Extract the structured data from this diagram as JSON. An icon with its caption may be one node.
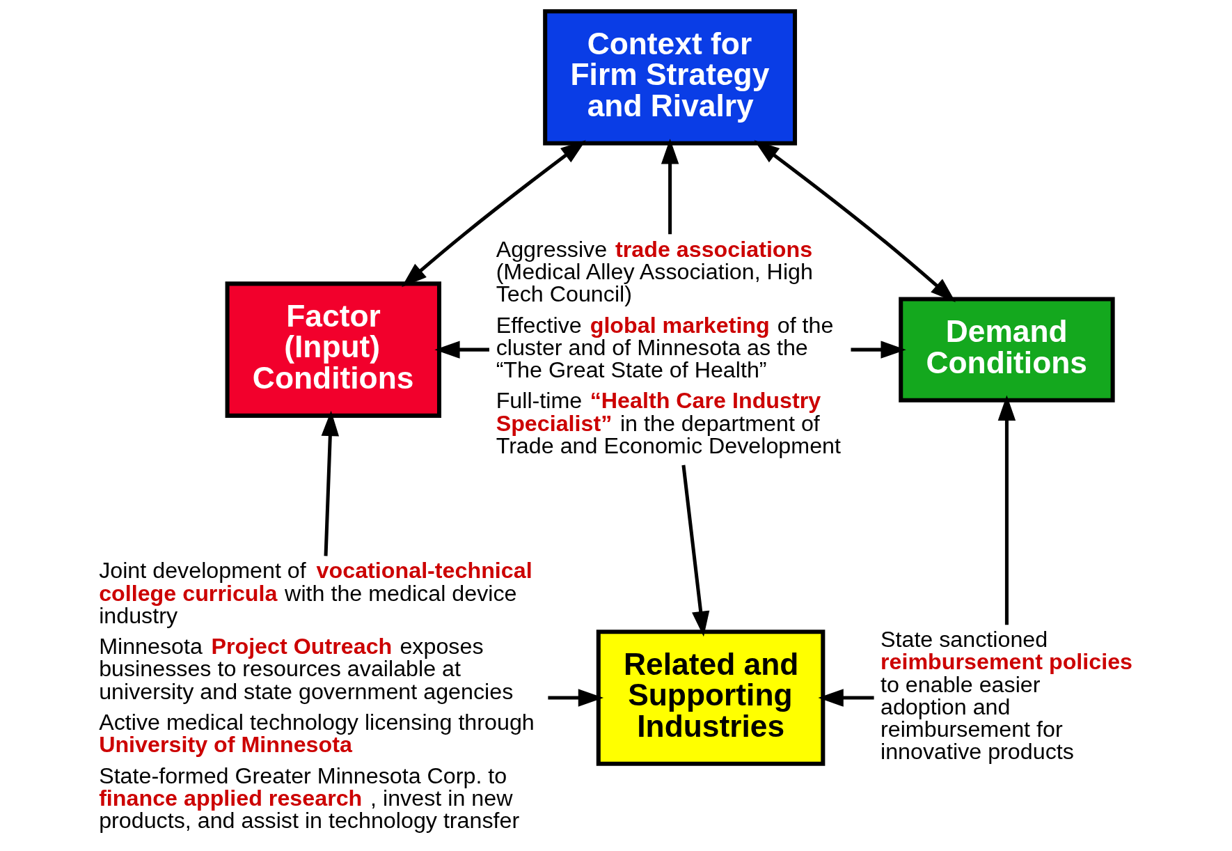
{
  "diagram": {
    "nodes": [
      {
        "text": [
          "Context for Firm Strategy and Rivalry"
        ]
      },
      {
        "text": [
          "Factor (Input) Conditions"
        ]
      },
      {
        "text": [
          "Aggressive **trade associations** (Medical Alley Association, High Tech Council)",
          "Effective **global marketing** of the cluster and of Minnesota as the “The Great State of Health”",
          "Full-time **“Health Care Industry Specialist”** in the department of Trade and Economic Development"
        ]
      },
      {
        "text": [
          "Demand Conditions"
        ]
      },
      {
        "text": [
          "Joint development of **vocational-technical college curricula** with the medical device industry",
          "Minnesota **Project Outreach** exposes businesses to resources available at university and state government agencies",
          "Active medical technology licensing through **University of Minnesota**",
          "State-formed Greater Minnesota Corp. to **finance applied research**, invest in new products, and assist in technology transfer"
        ]
      },
      {
        "text": [
          "Related and Supporting Industries"
        ]
      },
      {
        "text": [
          "State sanctioned **reimbursement policies** to enable easier adoption and reimbursement for innovative products"
        ]
      }
    ],
    "edges": [
      {
        "from": 0,
        "to": 1,
        "arrow": "both"
      },
      {
        "from": 0,
        "to": 3,
        "arrow": "both"
      },
      {
        "from": 2,
        "to": 0,
        "arrow": "to"
      },
      {
        "from": 2,
        "to": 1,
        "arrow": "to"
      },
      {
        "from": 2,
        "to": 3,
        "arrow": "to"
      },
      {
        "from": 2,
        "to": 5,
        "arrow": "to"
      },
      {
        "from": 4,
        "to": 1,
        "arrow": "to"
      },
      {
        "from": 4,
        "to": 5,
        "arrow": "to"
      },
      {
        "from": 6,
        "to": 3,
        "arrow": "to"
      },
      {
        "from": 6,
        "to": 5,
        "arrow": "to"
      }
    ]
  }
}
